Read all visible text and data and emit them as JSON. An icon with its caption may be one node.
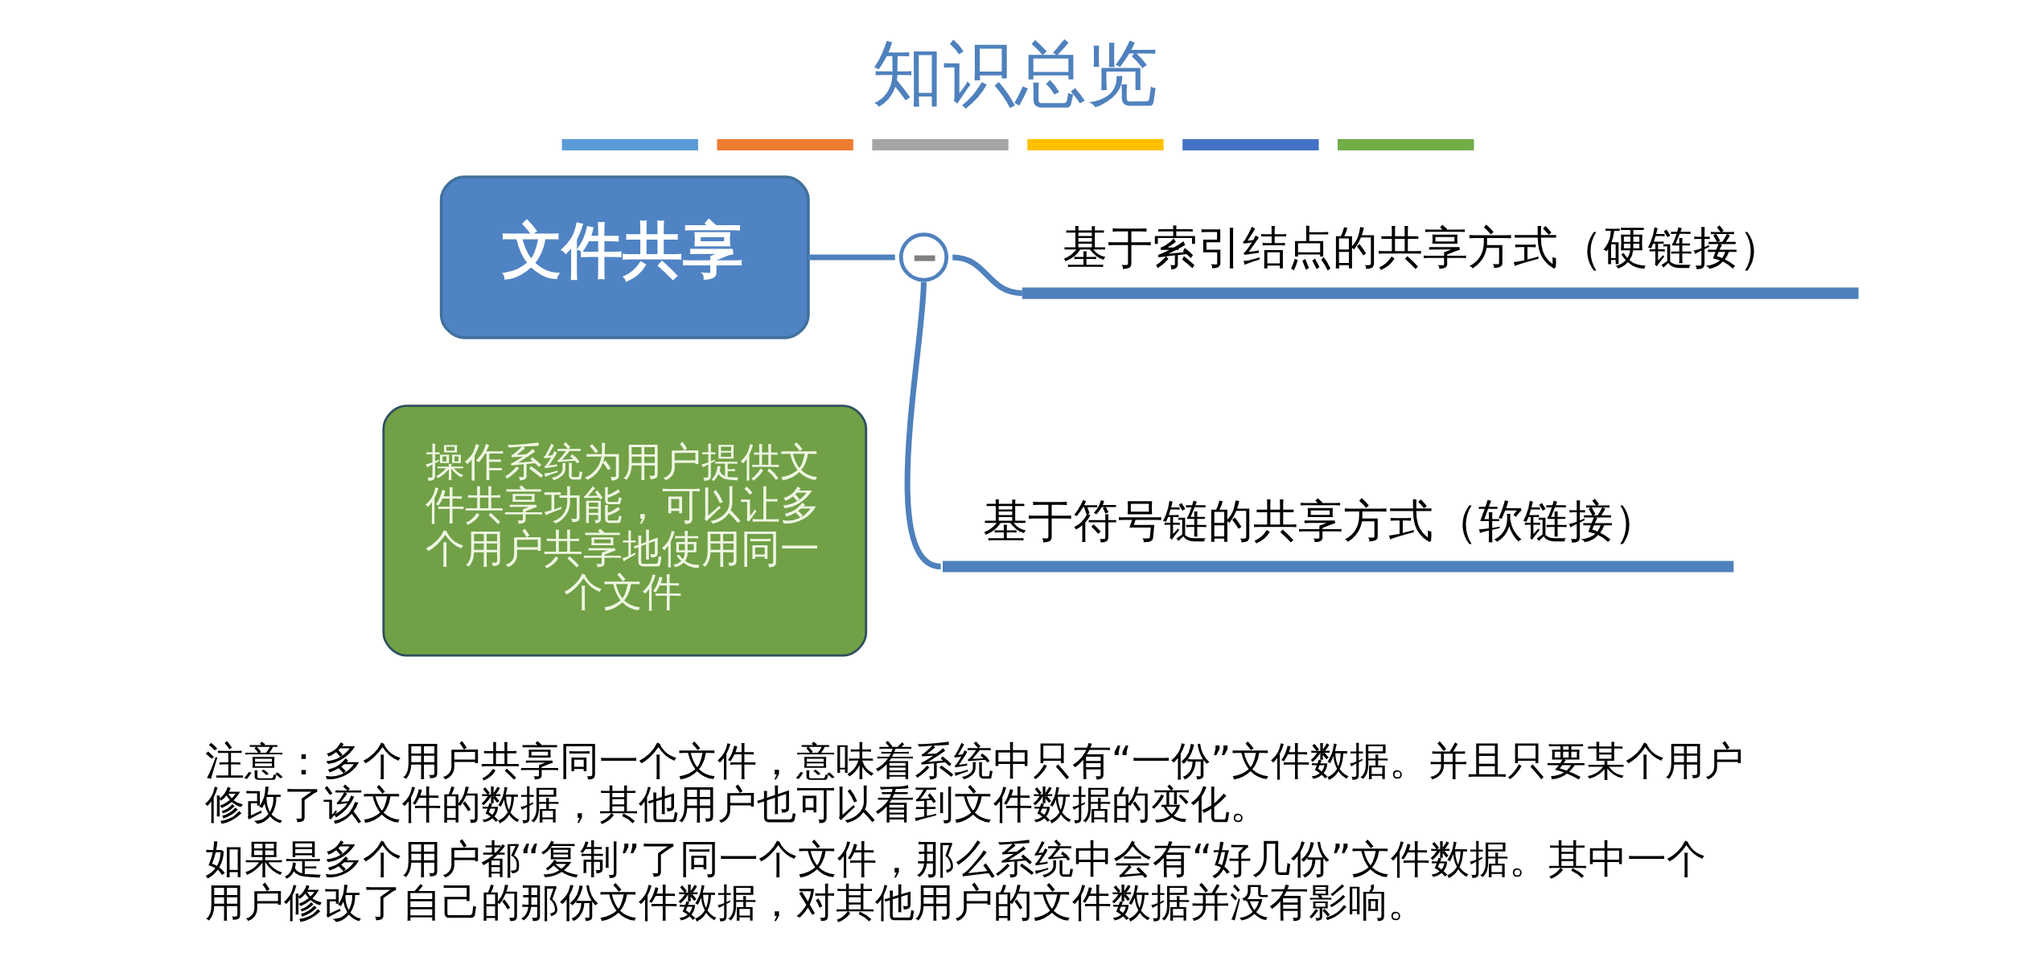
{
  "diagram": {
    "title": "知识总览",
    "nodes": [
      {
        "text": [
          "文件共享"
        ]
      },
      {
        "text": [],
        "shape": "circle"
      },
      {
        "text": [
          "基于索引结点的共享方式（硬链接）"
        ]
      },
      {
        "text": [
          "基于符号链的共享方式（软链接）"
        ]
      },
      {
        "text": [
          "操作系统为用户提供文件共享功能，可以让多个用户共享地使用同一个文件"
        ]
      }
    ],
    "edges": [
      {
        "from": 0,
        "to": 1,
        "arrow": "none"
      },
      {
        "from": 1,
        "to": 2,
        "arrow": "none"
      },
      {
        "from": 1,
        "to": 3,
        "arrow": "none"
      }
    ],
    "labels": [
      "注意：多个用户共享同一个文件，意味着系统中只有“一份”文件数据。并且只要某个用户修改了该文件的数据，其他用户也可以看到文件数据的变化。",
      "如果是多个用户都“复制”了同一个文件，那么系统中会有“好几份”文件数据。其中一个用户修改了自己的那份文件数据，对其他用户的文件数据并没有影响。"
    ]
  }
}
